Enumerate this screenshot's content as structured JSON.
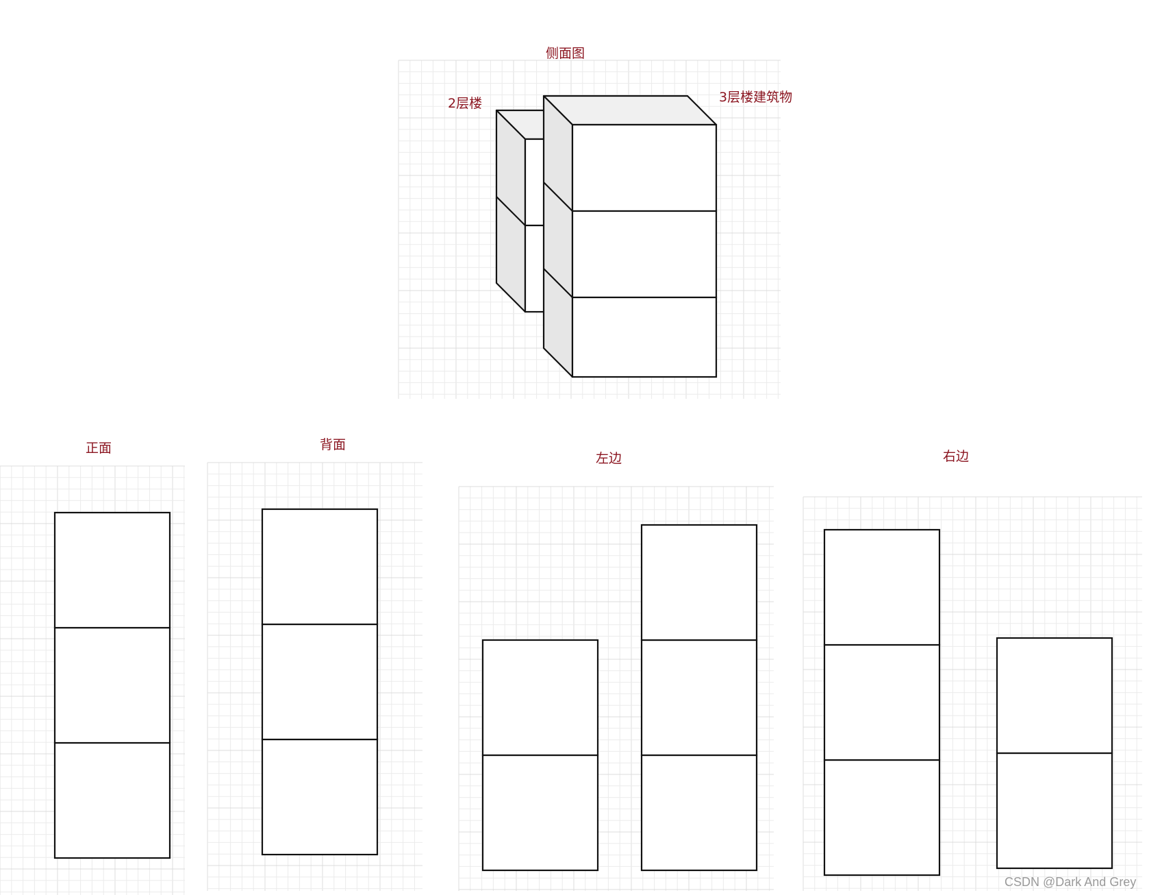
{
  "labels": {
    "side_view": "侧面图",
    "two_story": "2层楼",
    "three_story": "3层楼建筑物",
    "front": "正面",
    "back": "背面",
    "left": "左边",
    "right": "右边"
  },
  "watermark": "CSDN @Dark And Grey",
  "views": {
    "front": {
      "stacks": [
        3
      ]
    },
    "back": {
      "stacks": [
        3
      ]
    },
    "left": {
      "stacks": [
        2,
        3
      ]
    },
    "right": {
      "stacks": [
        3,
        2
      ]
    }
  },
  "iso": {
    "buildings": [
      2,
      3
    ]
  },
  "colors": {
    "label": "#8b1520",
    "line": "#111111",
    "side_face": "#e6e6e6",
    "top_face": "#f0f0f0",
    "grid": "#ebebeb"
  }
}
